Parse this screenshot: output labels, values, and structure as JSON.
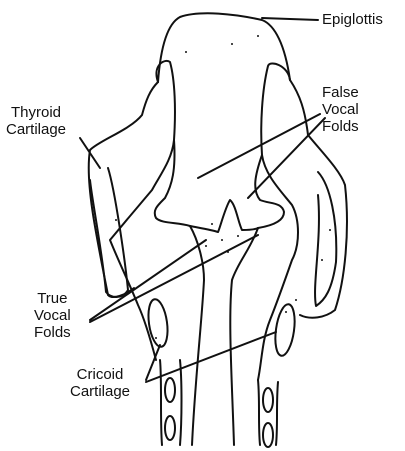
{
  "labels": {
    "epiglottis": "Epiglottis",
    "thyroid_cartilage": [
      "Thyroid",
      "Cartilage"
    ],
    "false_vocal_folds": [
      "False",
      "Vocal",
      "Folds"
    ],
    "true_vocal_folds": [
      "True",
      "Vocal",
      "Folds"
    ],
    "cricoid_cartilage": [
      "Cricoid",
      "Cartilage"
    ]
  },
  "colors": {
    "ink": "#111111",
    "background": "#ffffff"
  }
}
